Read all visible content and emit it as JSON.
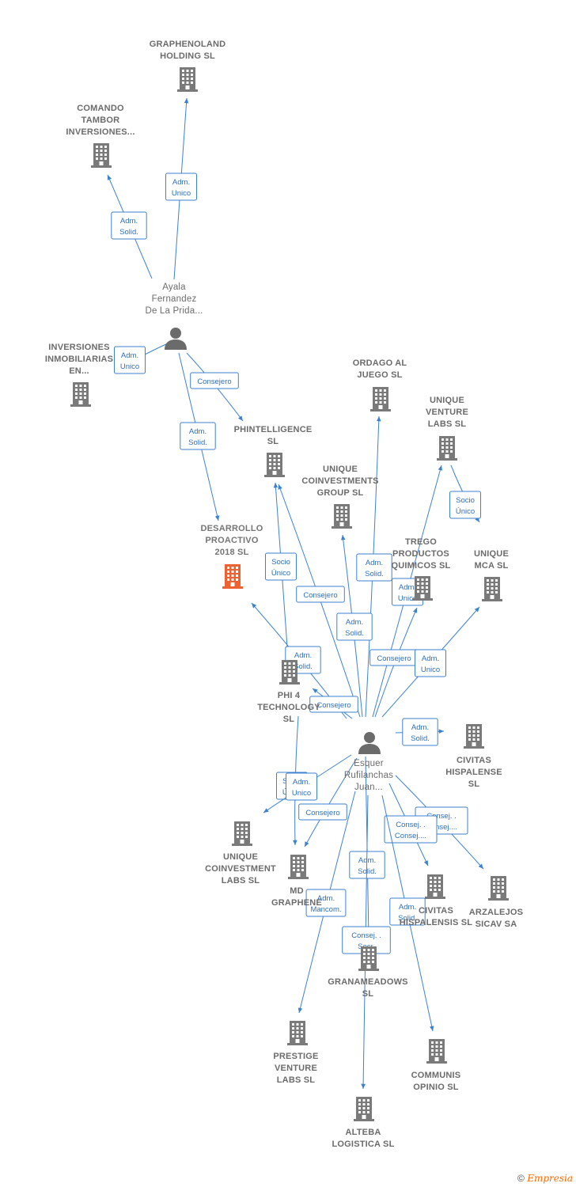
{
  "colors": {
    "edge": "#3d82cf",
    "company": "#7a7a7a",
    "focus": "#ee6232",
    "person": "#6b6b6b"
  },
  "footer": {
    "copyright": "©",
    "brand": "Empresia"
  },
  "nodes": [
    {
      "id": "graphenoland",
      "type": "company",
      "label": [
        "GRAPHENOLAND",
        "HOLDING  SL"
      ]
    },
    {
      "id": "comando",
      "type": "company",
      "label": [
        "COMANDO",
        "TAMBOR",
        "INVERSIONES..."
      ]
    },
    {
      "id": "ayala",
      "type": "person",
      "label": [
        "Ayala",
        "Fernandez",
        "De La Prida..."
      ]
    },
    {
      "id": "inversiones",
      "type": "company",
      "label": [
        "INVERSIONES",
        "INMOBILIARIAS",
        "EN..."
      ]
    },
    {
      "id": "ordago",
      "type": "company",
      "label": [
        "ORDAGO AL",
        "JUEGO  SL"
      ]
    },
    {
      "id": "unique_venture",
      "type": "company",
      "label": [
        "UNIQUE",
        "VENTURE",
        "LABS  SL"
      ]
    },
    {
      "id": "phintelligence",
      "type": "company",
      "label": [
        "PHINTELLIGENCE",
        "SL"
      ]
    },
    {
      "id": "unique_coinv_group",
      "type": "company",
      "label": [
        "UNIQUE",
        "COINVESTMENTS",
        "GROUP  SL"
      ]
    },
    {
      "id": "desarrollo",
      "type": "focus",
      "label": [
        "DESARROLLO",
        "PROACTIVO",
        "2018  SL"
      ]
    },
    {
      "id": "trego",
      "type": "company",
      "label": [
        "TREGO",
        "PRODUCTOS",
        "QUIMICOS  SL"
      ]
    },
    {
      "id": "unique_mca",
      "type": "company",
      "label": [
        "UNIQUE",
        "MCA  SL"
      ]
    },
    {
      "id": "phi4",
      "type": "company",
      "label": [
        "PHI 4",
        "TECHNOLOGY",
        "SL"
      ]
    },
    {
      "id": "esquer",
      "type": "person",
      "label": [
        "Esquer",
        "Rufilanchas",
        "Juan..."
      ]
    },
    {
      "id": "civitas_hisp",
      "type": "company",
      "label": [
        "CIVITAS",
        "HISPALENSE",
        "SL"
      ]
    },
    {
      "id": "unique_coinv_labs",
      "type": "company",
      "label": [
        "UNIQUE",
        "COINVESTMENT",
        "LABS  SL"
      ]
    },
    {
      "id": "md_graphene",
      "type": "company",
      "label": [
        "MD",
        "GRAPHENE"
      ]
    },
    {
      "id": "civitas_2",
      "type": "company",
      "label": [
        "CIVITAS",
        "HISPALENSIS  SL"
      ]
    },
    {
      "id": "arzalejos",
      "type": "company",
      "label": [
        "ARZALEJOS",
        "SICAV SA"
      ]
    },
    {
      "id": "granameadows",
      "type": "company",
      "label": [
        "GRANAMEADOWS",
        "SL"
      ]
    },
    {
      "id": "prestige",
      "type": "company",
      "label": [
        "PRESTIGE",
        "VENTURE",
        "LABS  SL"
      ]
    },
    {
      "id": "communis",
      "type": "company",
      "label": [
        "COMMUNIS",
        "OPINIO  SL"
      ]
    },
    {
      "id": "alteba",
      "type": "company",
      "label": [
        "ALTEBA",
        "LOGISTICA  SL"
      ]
    }
  ],
  "edges": [
    {
      "from": "ayala",
      "to": "graphenoland",
      "label": [
        "Adm.",
        "Unico"
      ]
    },
    {
      "from": "ayala",
      "to": "comando",
      "label": [
        "Adm.",
        "Solid."
      ]
    },
    {
      "from": "ayala",
      "to": "inversiones",
      "label": [
        "Adm.",
        "Unico"
      ]
    },
    {
      "from": "ayala",
      "to": "phintelligence",
      "label": [
        "Consejero"
      ]
    },
    {
      "from": "ayala",
      "to": "desarrollo",
      "label": [
        "Adm.",
        "Solid."
      ]
    },
    {
      "from": "unique_venture",
      "to": "unique_mca",
      "label": [
        "Socio",
        "Único"
      ]
    },
    {
      "from": "phi4",
      "to": "phintelligence",
      "label": [
        "Socio",
        "Único"
      ]
    },
    {
      "from": "esquer",
      "to": "phintelligence",
      "label": [
        "Consejero"
      ]
    },
    {
      "from": "esquer",
      "to": "desarrollo",
      "label": [
        "Adm.",
        "Solid."
      ]
    },
    {
      "from": "esquer",
      "to": "ordago",
      "label": [
        "Adm.",
        "Solid."
      ]
    },
    {
      "from": "esquer",
      "to": "unique_coinv_group",
      "label": [
        "Adm.",
        "Solid."
      ]
    },
    {
      "from": "esquer",
      "to": "unique_venture",
      "label": [
        "Adm.",
        "Unico"
      ]
    },
    {
      "from": "esquer",
      "to": "trego",
      "label": [
        "Consejero"
      ]
    },
    {
      "from": "esquer",
      "to": "unique_mca",
      "label": [
        "Adm.",
        "Unico"
      ]
    },
    {
      "from": "esquer",
      "to": "phi4",
      "label": [
        "Consejero"
      ]
    },
    {
      "from": "esquer",
      "to": "civitas_hisp",
      "label": [
        "Adm.",
        "Solid."
      ]
    },
    {
      "from": "phi4",
      "to": "unique_coinv_labs",
      "label": [
        "Socio",
        "Único"
      ]
    },
    {
      "from": "esquer",
      "to": "unique_coinv_labs",
      "label": [
        "Adm.",
        "Unico"
      ]
    },
    {
      "from": "esquer",
      "to": "md_graphene",
      "label": [
        "Consejero"
      ]
    },
    {
      "from": "esquer",
      "to": "arzalejos",
      "label": [
        "Consej. .",
        "Consej...."
      ]
    },
    {
      "from": "esquer",
      "to": "civitas_2",
      "label": [
        "Consej. .",
        "Consej...."
      ]
    },
    {
      "from": "esquer",
      "to": "granameadows",
      "label": [
        "Adm.",
        "Solid."
      ]
    },
    {
      "from": "esquer",
      "to": "prestige",
      "label": [
        "Adm.",
        "Mancom."
      ]
    },
    {
      "from": "esquer",
      "to": "communis",
      "label": [
        "Adm.",
        "Solid."
      ]
    },
    {
      "from": "esquer",
      "to": "alteba",
      "label": [
        "Consej. .",
        "Secr."
      ]
    }
  ]
}
